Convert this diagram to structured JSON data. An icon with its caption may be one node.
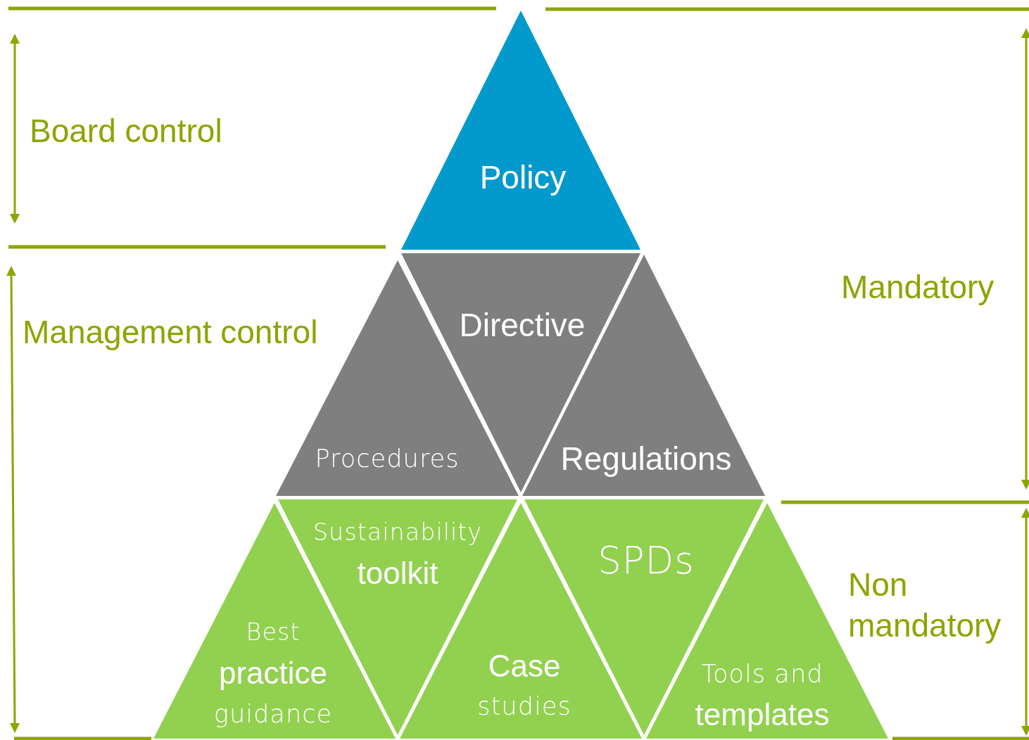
{
  "diagram": {
    "nodes": [
      {
        "text": [
          "Policy"
        ]
      },
      {
        "text": [
          "Directive"
        ]
      },
      {
        "text": [
          "Procedures"
        ]
      },
      {
        "text": [
          "Regulations"
        ]
      },
      {
        "text": [
          "Sustainability",
          "toolkit"
        ]
      },
      {
        "text": [
          "SPDs"
        ]
      },
      {
        "text": [
          "Best",
          "practice",
          "guidance"
        ]
      },
      {
        "text": [
          "Case",
          "studies"
        ]
      },
      {
        "text": [
          "Tools and",
          "templates"
        ]
      }
    ],
    "edges": [],
    "labels": [
      "Board control",
      "Management control",
      "Mandatory",
      "Non mandatory"
    ]
  }
}
